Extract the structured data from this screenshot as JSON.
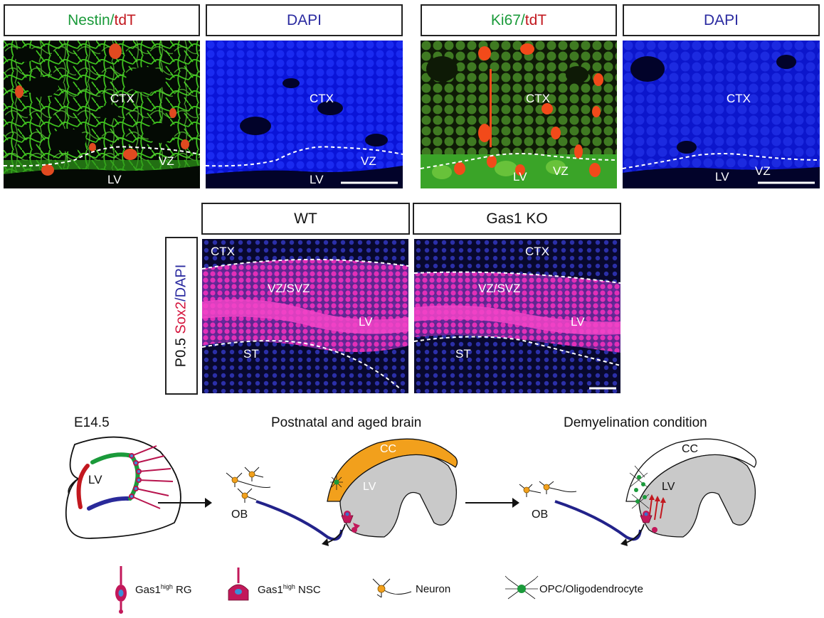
{
  "top_row": {
    "panel1": {
      "title_a": "Nestin",
      "title_sep": "/",
      "title_b": "tdT",
      "ctx": "CTX",
      "vz": "VZ",
      "lv": "LV"
    },
    "panel2": {
      "title": "DAPI",
      "ctx": "CTX",
      "vz": "VZ",
      "lv": "LV"
    },
    "panel3": {
      "title_a": "Ki67",
      "title_sep": "/",
      "title_b": "tdT",
      "ctx": "CTX",
      "vz": "VZ",
      "lv": "LV"
    },
    "panel4": {
      "title": "DAPI",
      "ctx": "CTX",
      "vz": "VZ",
      "lv": "LV"
    }
  },
  "middle_row": {
    "row_label_a": "P0.5 ",
    "row_label_b": "Sox2",
    "row_label_c": "/DAPI",
    "wt": {
      "title": "WT",
      "ctx": "CTX",
      "vzsvz": "VZ/SVZ",
      "lv": "LV",
      "st": "ST"
    },
    "ko": {
      "title": "Gas1 KO",
      "ctx": "CTX",
      "vzsvz": "VZ/SVZ",
      "lv": "LV",
      "st": "ST"
    }
  },
  "schematic": {
    "e145": {
      "title": "E14.5",
      "lv": "LV"
    },
    "postnatal": {
      "title": "Postnatal and aged brain",
      "cc": "CC",
      "lv": "LV",
      "ob": "OB"
    },
    "demyel": {
      "title": "Demyelination condition",
      "cc": "CC",
      "lv": "LV",
      "ob": "OB"
    }
  },
  "legend": {
    "rg_a": "Gas1",
    "rg_sup": "high",
    "rg_b": " RG",
    "nsc_a": "Gas1",
    "nsc_sup": "high",
    "nsc_b": " NSC",
    "neuron": "Neuron",
    "opc": "OPC/Oligodendrocyte"
  },
  "colors": {
    "green": "#1a9a3a",
    "red": "#c2181f",
    "blue": "#2a2a9a",
    "orange": "#f2a01c",
    "lv_gray": "#c9c9c9",
    "magenta": "#c8155a"
  }
}
